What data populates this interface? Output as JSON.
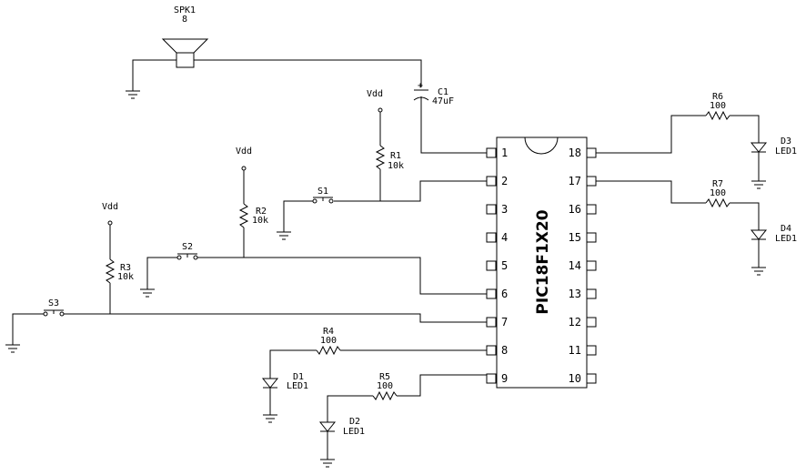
{
  "chip": {
    "name": "PIC18F1X20",
    "left_pins": [
      "1",
      "2",
      "3",
      "4",
      "5",
      "6",
      "7",
      "8",
      "9"
    ],
    "right_pins": [
      "18",
      "17",
      "16",
      "15",
      "14",
      "13",
      "12",
      "11",
      "10"
    ]
  },
  "speaker": {
    "ref": "SPK1",
    "value": "8"
  },
  "c1": {
    "ref": "C1",
    "value": "47uF",
    "plus": "+"
  },
  "vdd": "Vdd",
  "r1": {
    "ref": "R1",
    "value": "10k"
  },
  "r2": {
    "ref": "R2",
    "value": "10k"
  },
  "r3": {
    "ref": "R3",
    "value": "10k"
  },
  "r4": {
    "ref": "R4",
    "value": "100"
  },
  "r5": {
    "ref": "R5",
    "value": "100"
  },
  "r6": {
    "ref": "R6",
    "value": "100"
  },
  "r7": {
    "ref": "R7",
    "value": "100"
  },
  "s1": "S1",
  "s2": "S2",
  "s3": "S3",
  "d1": {
    "ref": "D1",
    "value": "LED1"
  },
  "d2": {
    "ref": "D2",
    "value": "LED1"
  },
  "d3": {
    "ref": "D3",
    "value": "LED1"
  },
  "d4": {
    "ref": "D4",
    "value": "LED1"
  }
}
